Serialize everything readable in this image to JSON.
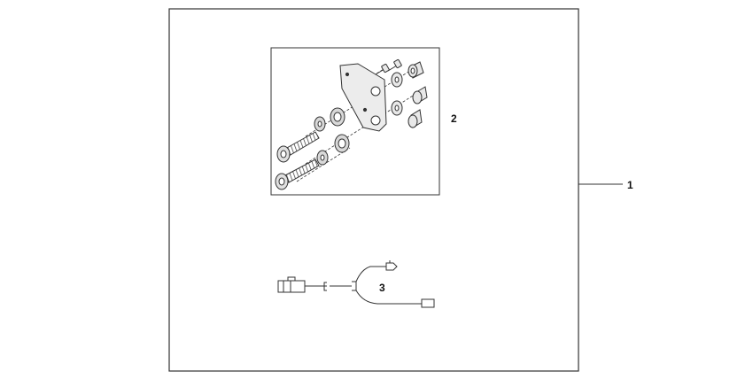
{
  "callouts": {
    "kit": "1",
    "bracket_set": "2",
    "wire_harness": "3"
  },
  "colors": {
    "line": "#333333",
    "part_fill": "#e4e4e4",
    "part_fill_dark": "#bdbdbd"
  }
}
